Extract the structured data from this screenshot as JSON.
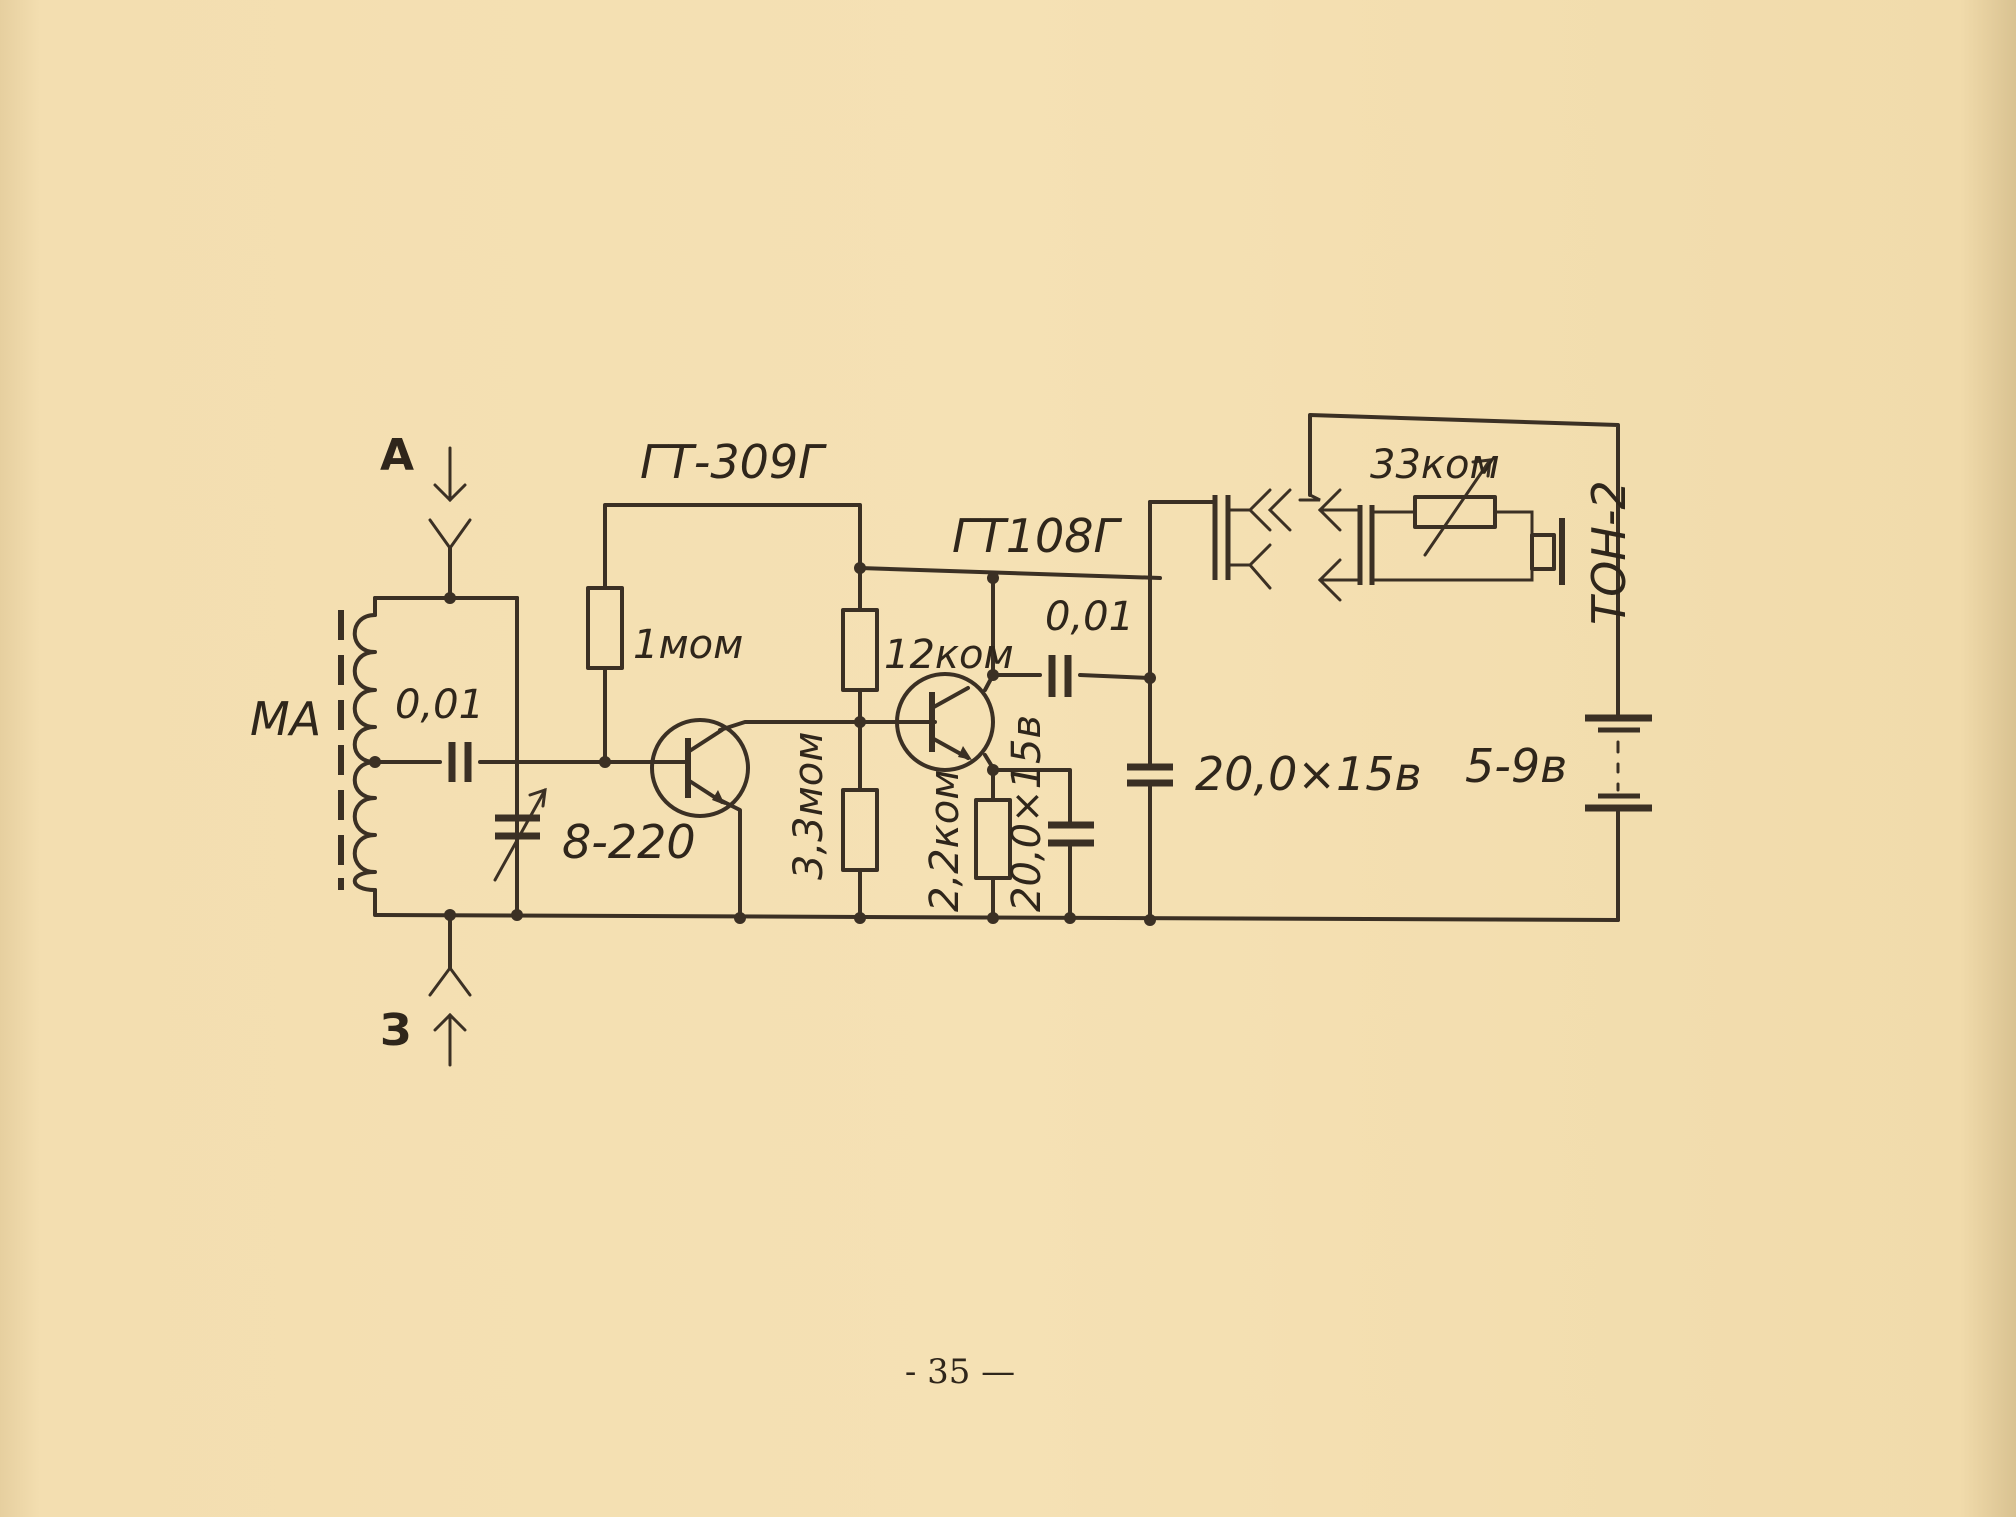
{
  "labels": {
    "antenna": "А",
    "ground": "З",
    "magnetic_antenna": "МА",
    "input_cap": "0,01",
    "variable_cap": "8-220",
    "transistor_1": "ГТ-309Г",
    "bias_resistor_1": "1мом",
    "transistor_2": "ГТ108Г",
    "collector_resistor": "12ком",
    "bias_resistor_2": "3,3мом",
    "emitter_resistor": "2,2ком",
    "emitter_cap": "20,0×15в",
    "coupling_cap": "0,01",
    "filter_cap": "20,0×15в",
    "volume_resistor": "33ком",
    "headphones": "ТОН-2",
    "battery": "5-9в"
  },
  "footer": {
    "page_number": "- 35 —"
  },
  "colors": {
    "paper": "#f3deb0",
    "ink": "#3b3024"
  }
}
